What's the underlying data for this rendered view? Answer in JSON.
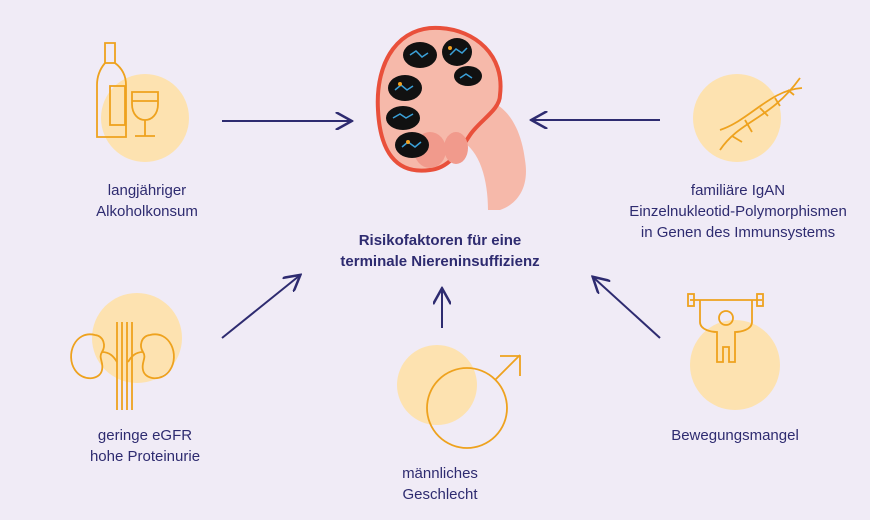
{
  "title": [
    "Risikofaktoren für eine",
    "terminale Niereninsuffizienz"
  ],
  "factors": {
    "alcohol": [
      "langjähriger",
      "Alkoholkonsum"
    ],
    "genetics": [
      "familiäre IgAN",
      "Einzelnukleotid-Polymorphismen",
      "in Genen des Immunsystems"
    ],
    "egfr": [
      "geringe eGFR",
      "hohe Proteinurie"
    ],
    "sex": [
      "männliches",
      "Geschlecht"
    ],
    "exercise": [
      "Bewegungsmangel"
    ]
  },
  "colors": {
    "background": "#f0ebf6",
    "circle": "#fde2b0",
    "icon": "#eea21e",
    "arrow": "#2e2b70",
    "text": "#2e2b70"
  }
}
